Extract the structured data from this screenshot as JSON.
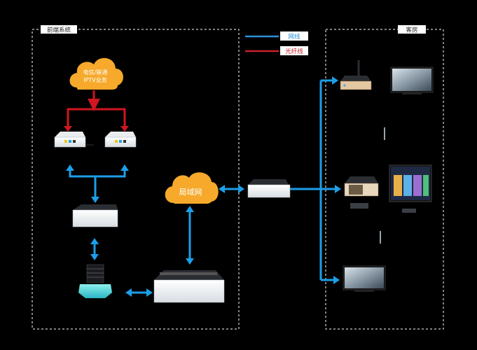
{
  "panels": {
    "front": {
      "label": "前端系统"
    },
    "guest": {
      "label": "客房"
    }
  },
  "legend": {
    "items": [
      {
        "label": "网线",
        "color": "#2e8fd6"
      },
      {
        "label": "光纤线",
        "color": "#c8202a"
      }
    ]
  },
  "nodes": {
    "iptv_cloud": {
      "line1": "电信/联通",
      "line2": "IPTV业务"
    },
    "lan_cloud": {
      "label": "局域网"
    }
  },
  "colors": {
    "network": "#1d9ee8",
    "fiber": "#d0161f",
    "cloud": "#f6a92b",
    "cloud_text": "#ffffff",
    "panel_border": "#ffffff"
  }
}
